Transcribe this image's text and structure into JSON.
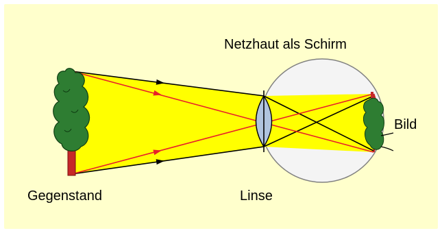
{
  "labels": {
    "retina": "Netzhaut als Schirm",
    "image": "Bild",
    "object": "Gegenstand",
    "lens": "Linse"
  },
  "colors": {
    "background": "#FFFFCC",
    "beam": "#FFFF00",
    "ray_red": "#E8202A",
    "ray_black": "#000000",
    "tree_foliage": "#2E7D32",
    "tree_trunk": "#C62828",
    "eyeball": "#F4F4F4",
    "lens": "#B0C4DE"
  },
  "icons": [
    "tree-icon",
    "eye-icon",
    "lens-icon",
    "inverted-tree-icon"
  ]
}
